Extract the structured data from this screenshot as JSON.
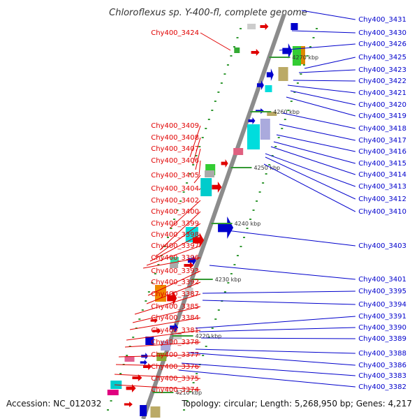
{
  "title": "Chloroflexus sp. Y-400-fl, complete genome",
  "footer": {
    "accession": "Accession: NC_012032",
    "topology": "Topology: circular; Length: 5,268,950 bp; Genes: 4,217"
  },
  "colors": {
    "left_labels": "#e00000",
    "right_labels": "#0000cc",
    "backbone": "#8c8c8c",
    "tick": "#339933"
  },
  "kbp_markers": [
    "4270 kbp",
    "4260 kbp",
    "4250 kbp",
    "4240 kbp",
    "4230 kbp",
    "4220 kbp",
    "4210 kbp"
  ],
  "left_genes": [
    "Chy400_3424",
    "Chy400_3409",
    "Chy400_3408",
    "Chy400_3407",
    "Chy400_3406",
    "Chy400_3405",
    "Chy400_3404",
    "Chy400_3402",
    "Chy400_3400",
    "Chy400_3399",
    "Chy400_3398",
    "Chy400_3397",
    "Chy400_3396",
    "Chy400_3393",
    "Chy400_3392",
    "Chy400_3387",
    "Chy400_3385",
    "Chy400_3384",
    "Chy400_3381",
    "Chy400_3378",
    "Chy400_3377",
    "Chy400_3376",
    "Chy400_3375",
    "Chy400_3374"
  ],
  "right_genes": [
    "Chy400_3431",
    "Chy400_3430",
    "Chy400_3426",
    "Chy400_3425",
    "Chy400_3423",
    "Chy400_3422",
    "Chy400_3421",
    "Chy400_3420",
    "Chy400_3419",
    "Chy400_3418",
    "Chy400_3417",
    "Chy400_3416",
    "Chy400_3415",
    "Chy400_3414",
    "Chy400_3413",
    "Chy400_3412",
    "Chy400_3410",
    "Chy400_3403",
    "Chy400_3401",
    "Chy400_3395",
    "Chy400_3394",
    "Chy400_3391",
    "Chy400_3390",
    "Chy400_3389",
    "Chy400_3388",
    "Chy400_3386",
    "Chy400_3383",
    "Chy400_3382"
  ]
}
